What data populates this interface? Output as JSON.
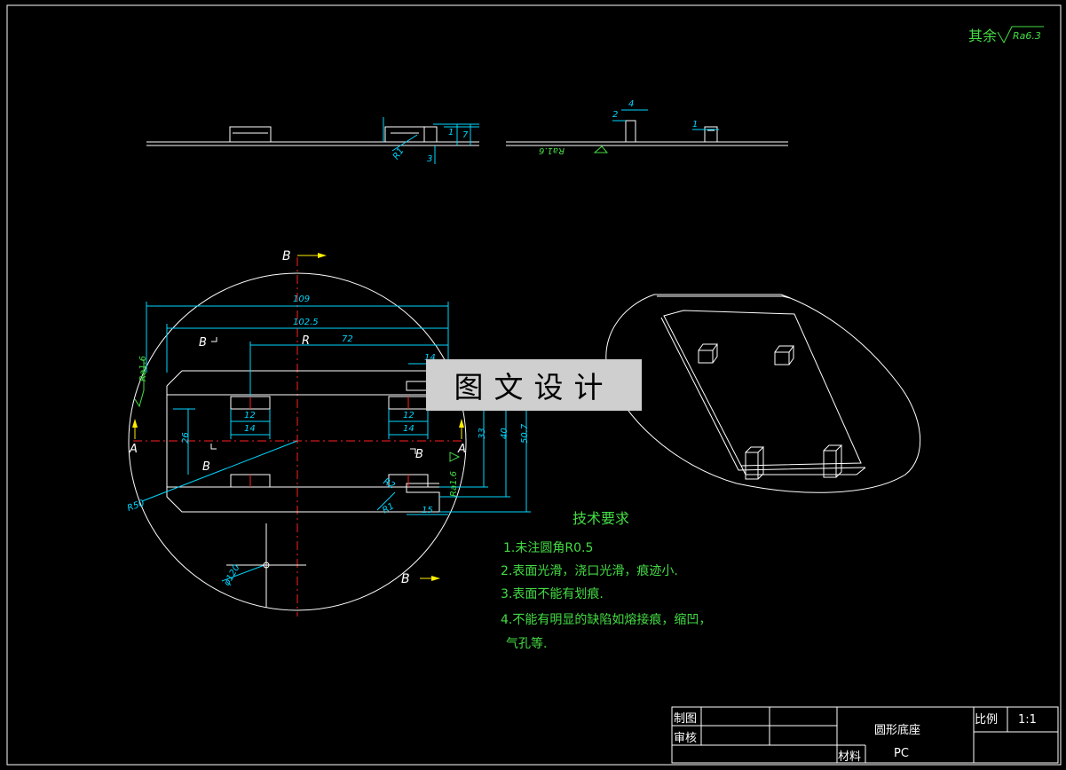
{
  "surface_note": {
    "prefix": "其余",
    "roughness": "Ra6.3"
  },
  "dims": {
    "d109": "109",
    "d102_5": "102.5",
    "d72": "72",
    "d14a": "14",
    "d12a": "12",
    "d14b": "14",
    "d12b": "12",
    "d14c": "14",
    "d26": "26",
    "d33": "33",
    "d40": "40",
    "d50_7": "50.7",
    "d15": "15",
    "r50": "R50",
    "r1": "R1",
    "r2": "R2",
    "phi120": "φ120",
    "ra16_left": "Ra1.6",
    "ra16_right": "Ra1.6",
    "ra16_top": "Ra1.6",
    "top_d1": "1",
    "top_d7": "7",
    "top_d3": "3",
    "top_r": "R1",
    "top_d4": "4",
    "top_d2": "2",
    "top_d1b": "1"
  },
  "section_labels": {
    "b_top": "B",
    "b_bottom": "B",
    "b_inner1": "B",
    "b_inner2": "B",
    "b_inner3": "B",
    "a_left": "A",
    "a_right": "A",
    "r_label": "R"
  },
  "watermark": "图文设计",
  "tech_req": {
    "title": "技术要求",
    "items": [
      "1.未注圆角R0.5",
      "2.表面光滑，浇口光滑，痕迹小.",
      "3.表面不能有划痕.",
      "4.不能有明显的缺陷如熔接痕，缩凹，",
      "气孔等."
    ]
  },
  "title_block": {
    "drawn_label": "制图",
    "checked_label": "审核",
    "part_name": "圆形底座",
    "scale_label": "比例",
    "scale_value": "1:1",
    "material_label": "材料",
    "material_value": "PC"
  },
  "colors": {
    "outline": "#ffffff",
    "dimension": "#00d8ff",
    "centerline": "#ff2020",
    "text": "#44dd44",
    "section_arrow": "#ffee00"
  }
}
